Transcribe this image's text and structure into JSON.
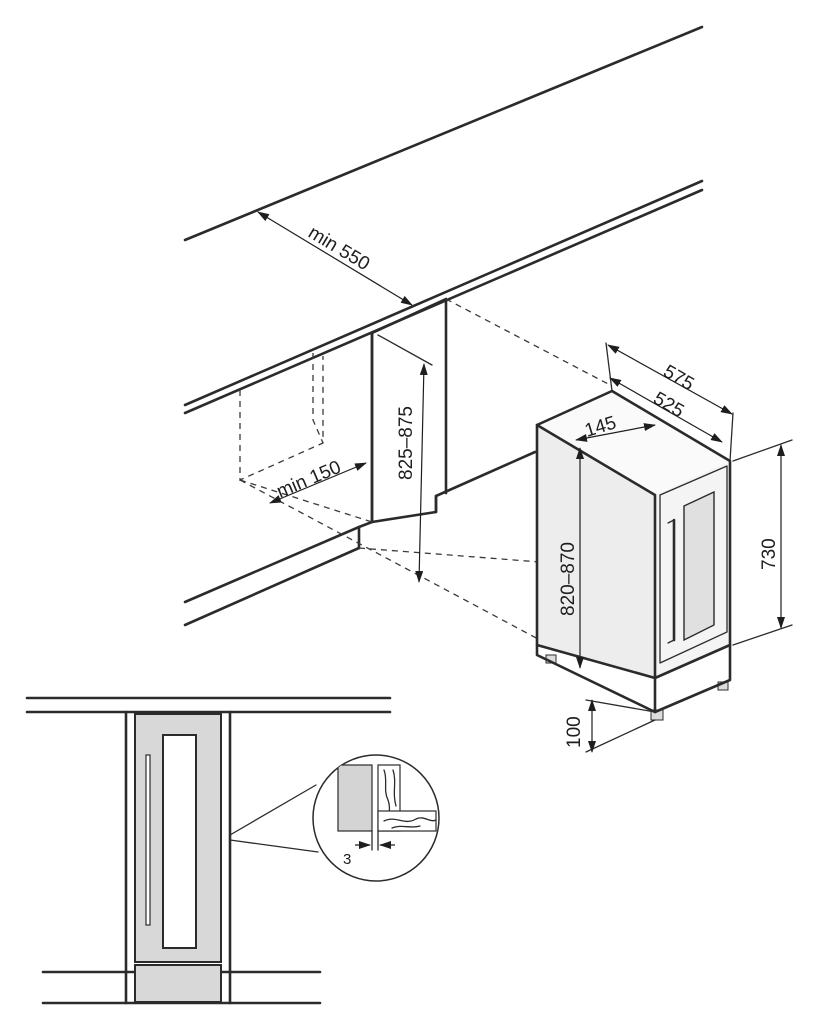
{
  "dimensions": {
    "min_depth": "min 550",
    "min_vent_gap": "min 150",
    "niche_height": "825–875",
    "overall_depth": "575",
    "body_depth": "525",
    "top_offset": "145",
    "appliance_height_range": "820–870",
    "appliance_body_height": "730",
    "plinth_height": "100",
    "door_gap": "3"
  }
}
